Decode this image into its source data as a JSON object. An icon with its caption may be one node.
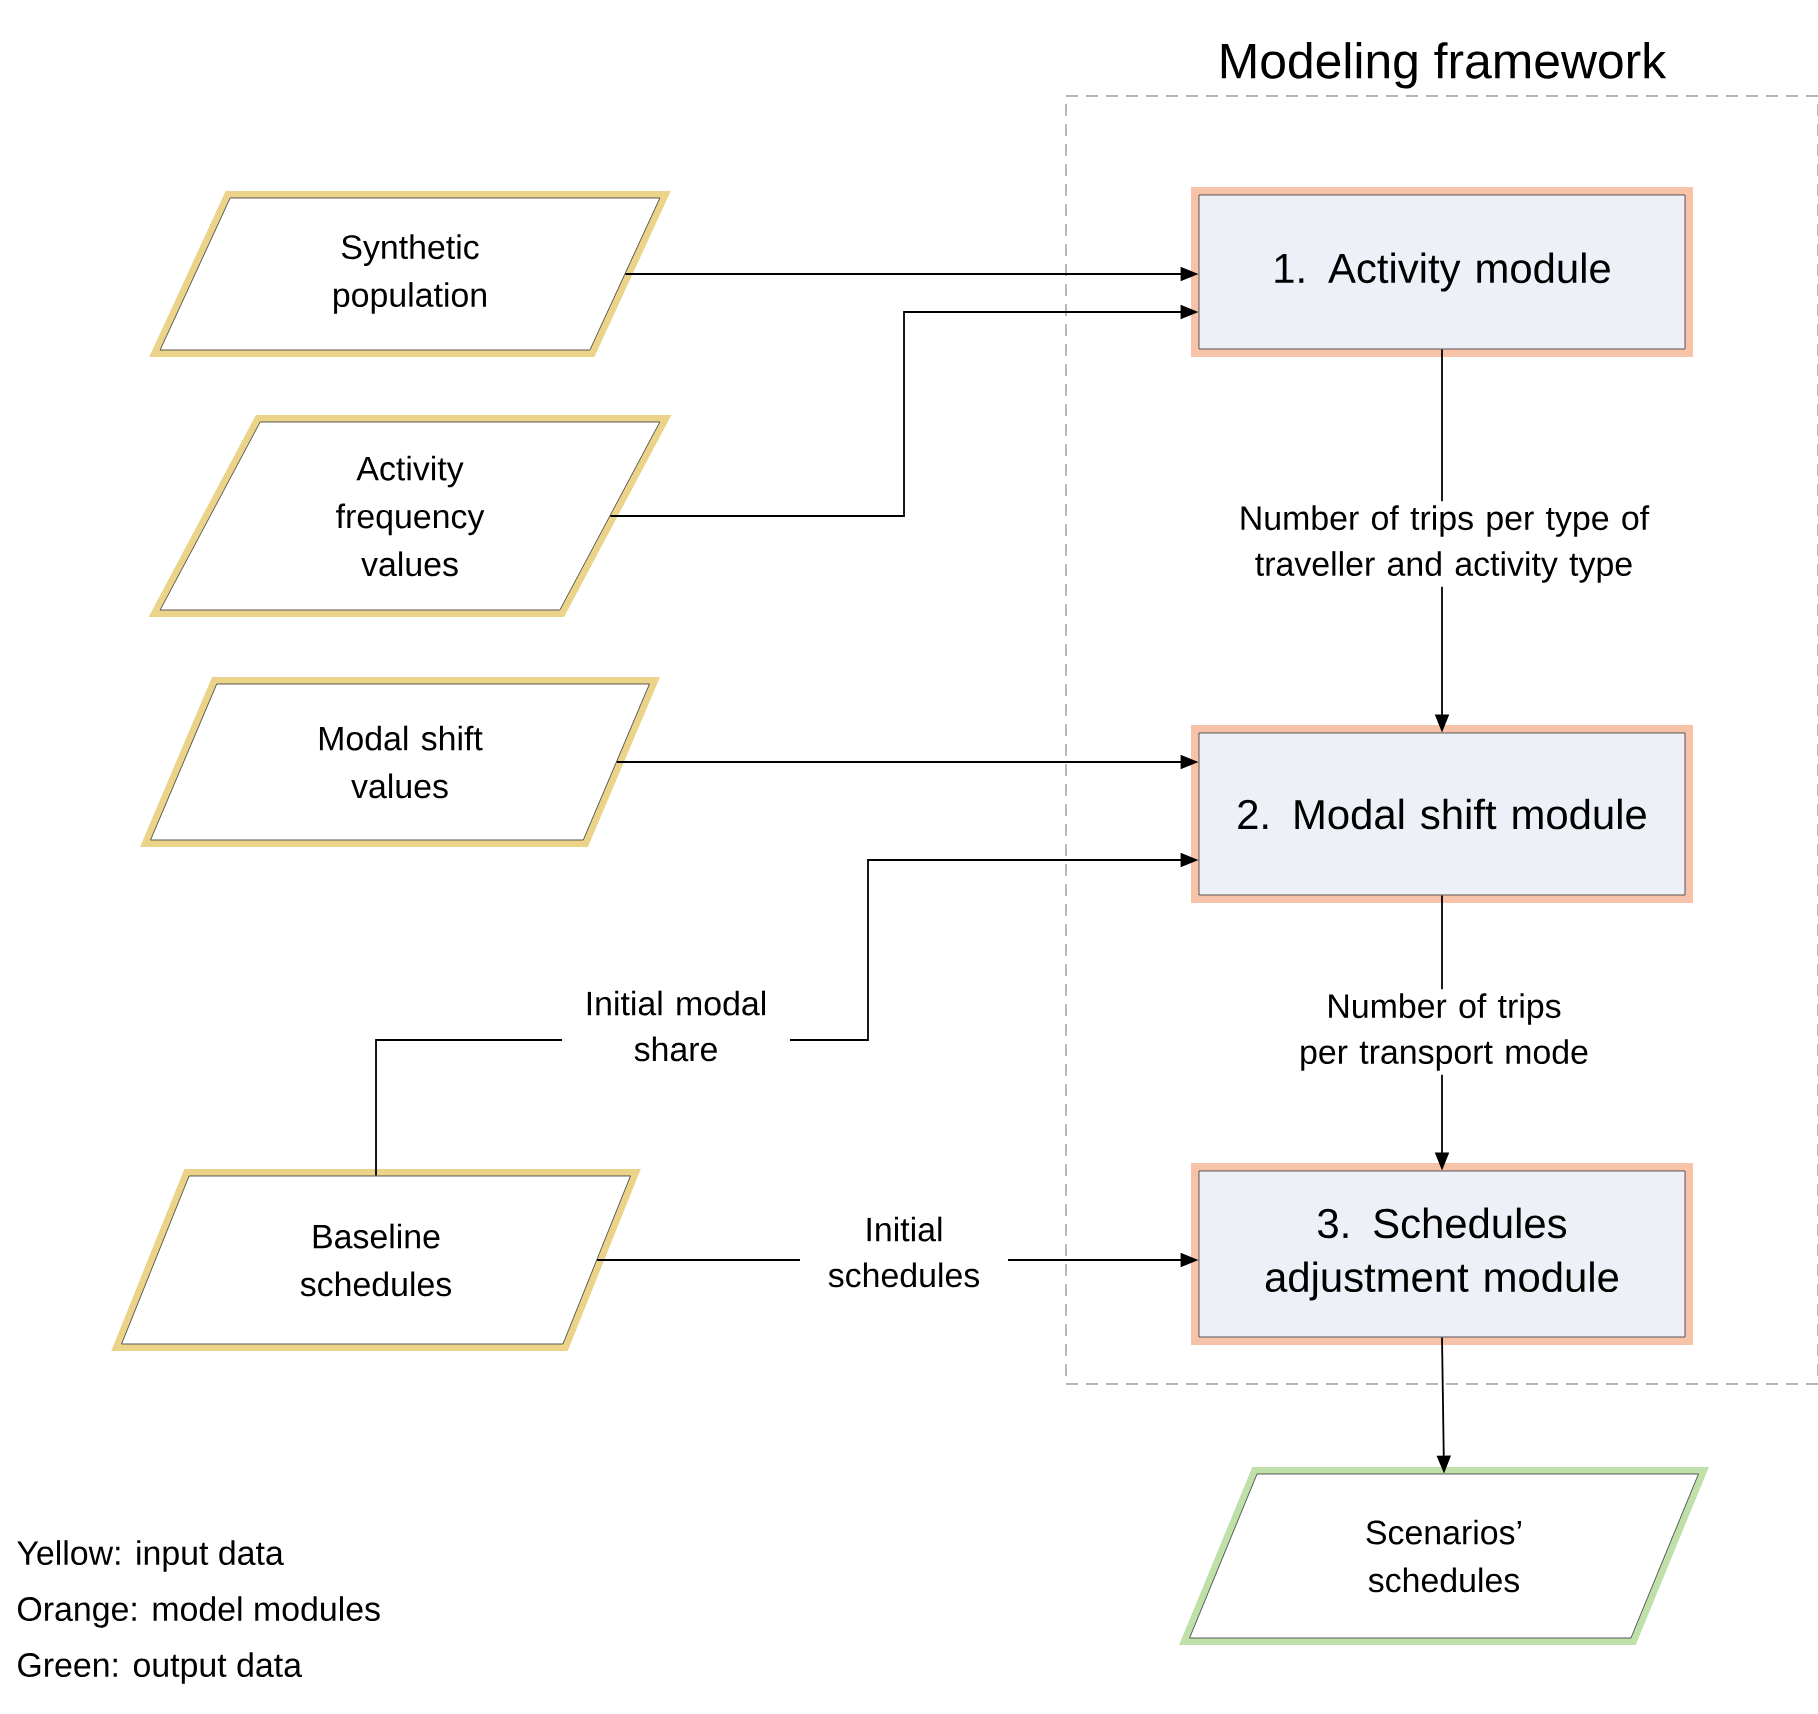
{
  "diagram": {
    "nodes": [
      {
        "text": [
          "Modeling framework"
        ]
      },
      {
        "text": [
          "Synthetic population"
        ]
      },
      {
        "text": [
          "Activity frequency values"
        ]
      },
      {
        "text": [
          "Modal shift values"
        ]
      },
      {
        "text": [
          "Baseline schedules"
        ]
      },
      {
        "text": [
          "1. Activity module"
        ],
        "in": 0
      },
      {
        "text": [
          "2. Modal shift module"
        ],
        "in": 0
      },
      {
        "text": [
          "3. Schedules adjustment module"
        ],
        "in": 0
      },
      {
        "text": [
          "Scenarios’ schedules"
        ]
      }
    ],
    "edges": [
      {
        "from": 1,
        "to": 5,
        "arrow": "to"
      },
      {
        "from": 2,
        "to": 5,
        "arrow": "to"
      },
      {
        "from": 3,
        "to": 6,
        "arrow": "to"
      },
      {
        "from": 4,
        "to": 6,
        "arrow": "to",
        "label": "Initial modal share"
      },
      {
        "from": 4,
        "to": 7,
        "arrow": "to",
        "label": "Initial schedules"
      },
      {
        "from": 5,
        "to": 6,
        "arrow": "to",
        "label": "Number of trips per type of traveller and activity type"
      },
      {
        "from": 6,
        "to": 7,
        "arrow": "to",
        "label": "Number of trips per transport mode"
      },
      {
        "from": 7,
        "to": 8,
        "arrow": "to"
      }
    ],
    "labels": [
      "Yellow: input data",
      "Orange: model modules",
      "Green: output data"
    ]
  }
}
